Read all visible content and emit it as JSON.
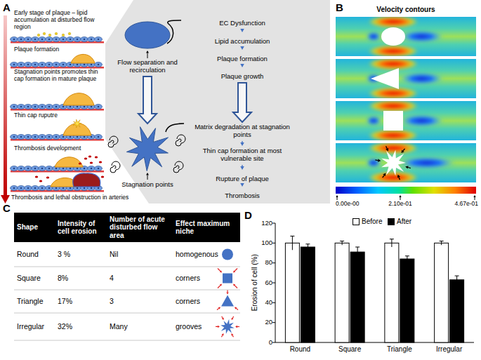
{
  "diagram": {
    "nodes": [
      {
        "text": [
          "Flow separation and recirculation"
        ]
      },
      {
        "text": [
          "Stagnation points"
        ]
      },
      {
        "text": [
          "EC Dysfunction"
        ]
      },
      {
        "text": [
          "Lipid accumulation"
        ]
      },
      {
        "text": [
          "Plaque formation"
        ]
      },
      {
        "text": [
          "Plaque growth"
        ]
      },
      {
        "text": [
          "Matrix degradation at stagnation points"
        ]
      },
      {
        "text": [
          "Thin cap formation at most vulnerable site"
        ]
      },
      {
        "text": [
          "Rupture of plaque"
        ]
      },
      {
        "text": [
          "Thrombosis"
        ]
      }
    ],
    "edges": [
      {
        "from": 0,
        "to": 1,
        "arrow": "to"
      },
      {
        "from": 2,
        "to": 3,
        "arrow": "to"
      },
      {
        "from": 3,
        "to": 4,
        "arrow": "to"
      },
      {
        "from": 4,
        "to": 5,
        "arrow": "to"
      },
      {
        "from": 5,
        "to": 6,
        "arrow": "to"
      },
      {
        "from": 6,
        "to": 7,
        "arrow": "to"
      },
      {
        "from": 7,
        "to": 8,
        "arrow": "to"
      },
      {
        "from": 8,
        "to": 9,
        "arrow": "to"
      }
    ],
    "labels": [
      "A",
      "Early stage of plaque – lipid accumulation at disturbed flow region",
      "Plaque formation",
      "Stagnation points promotes thin cap formation in mature plaque",
      "Thin cap ruputre",
      "Thrombosis development",
      "Thrombosis and lethal obstruction in arteries",
      "B",
      "Velocity contours",
      "0.00e-00",
      "2.10e-01",
      "4.67e-01",
      "C",
      "Shape",
      "Intensity of cell erosion",
      "Number of acute disturbed flow area",
      "Effect maximum niche",
      "Round",
      "3 %",
      "Nil",
      "homogenous",
      "Square",
      "8%",
      "4",
      "corners",
      "Triangle",
      "17%",
      "3",
      "corners",
      "Irregular",
      "32%",
      "Many",
      "grooves",
      "D",
      "Erosion of cell (%)",
      "120",
      "100",
      "80",
      "60",
      "40",
      "20",
      "0",
      "Round",
      "Square",
      "Triangle",
      "Irregular"
    ],
    "legend": [
      {
        "text": "Before",
        "color": "#ffffff"
      },
      {
        "text": "After",
        "color": "#000000"
      }
    ]
  }
}
